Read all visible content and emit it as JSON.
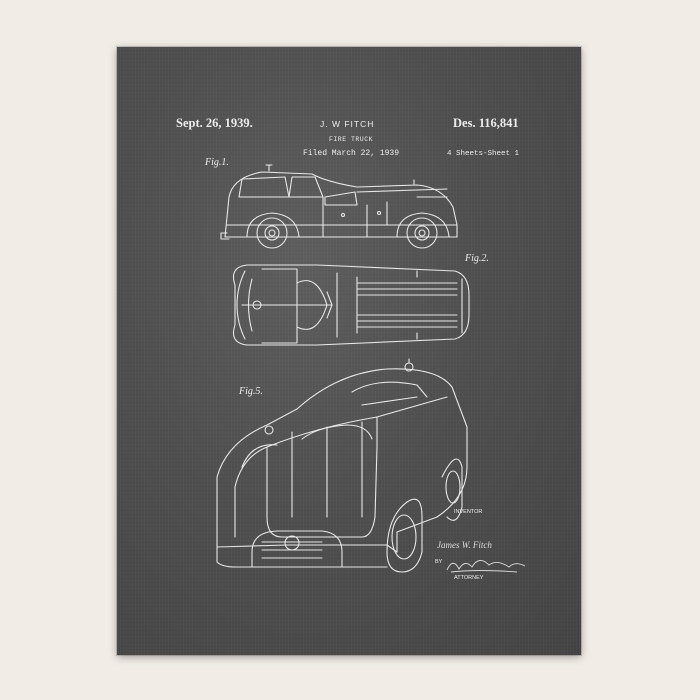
{
  "patent": {
    "date": "Sept. 26, 1939.",
    "inventor_header": "J. W FITCH",
    "subject": "FIRE TRUCK",
    "filed": "Filed March 22, 1939",
    "number": "Des. 116,841",
    "sheets": "4 Sheets-Sheet 1"
  },
  "figures": {
    "fig1": "Fig.1.",
    "fig2": "Fig.2.",
    "fig5": "Fig.5."
  },
  "signatures": {
    "inventor_label": "INVENTOR",
    "inventor_name": "James W. Fitch",
    "by": "BY",
    "attorney_label": "ATTORNEY"
  },
  "colors": {
    "background": "#f1ece6",
    "chalkboard": "#4f4f4f",
    "chalk": "#eeeeee"
  }
}
